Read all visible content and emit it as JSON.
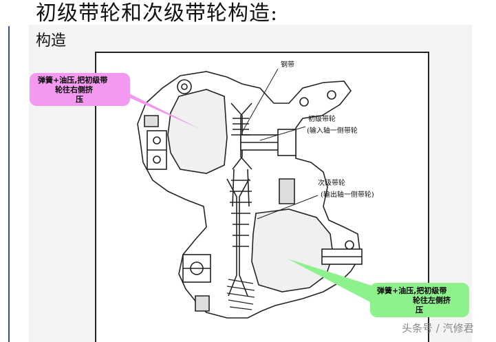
{
  "page": {
    "title": "初级带轮和次级带轮构造:",
    "subtitle": "构造"
  },
  "diagram": {
    "labels": {
      "belt": "钢带",
      "primary_pulley": "初级带轮",
      "primary_pulley_note": "(输入轴一侧带轮",
      "secondary_pulley": "次级带轮",
      "secondary_pulley_note": "(输出轴一侧带轮)"
    },
    "callouts": {
      "pink_line1": "弹簧+油压,把初级带",
      "pink_line2": "轮往右侧挤",
      "pink_line3": "压",
      "green_line1": "弹簧+油压,把初级带",
      "green_line2": "轮往左侧挤",
      "green_line3": "压",
      "pink_color": "#f39af0",
      "green_color": "#8ef28c"
    }
  },
  "watermark": "头条号 / 汽修君"
}
